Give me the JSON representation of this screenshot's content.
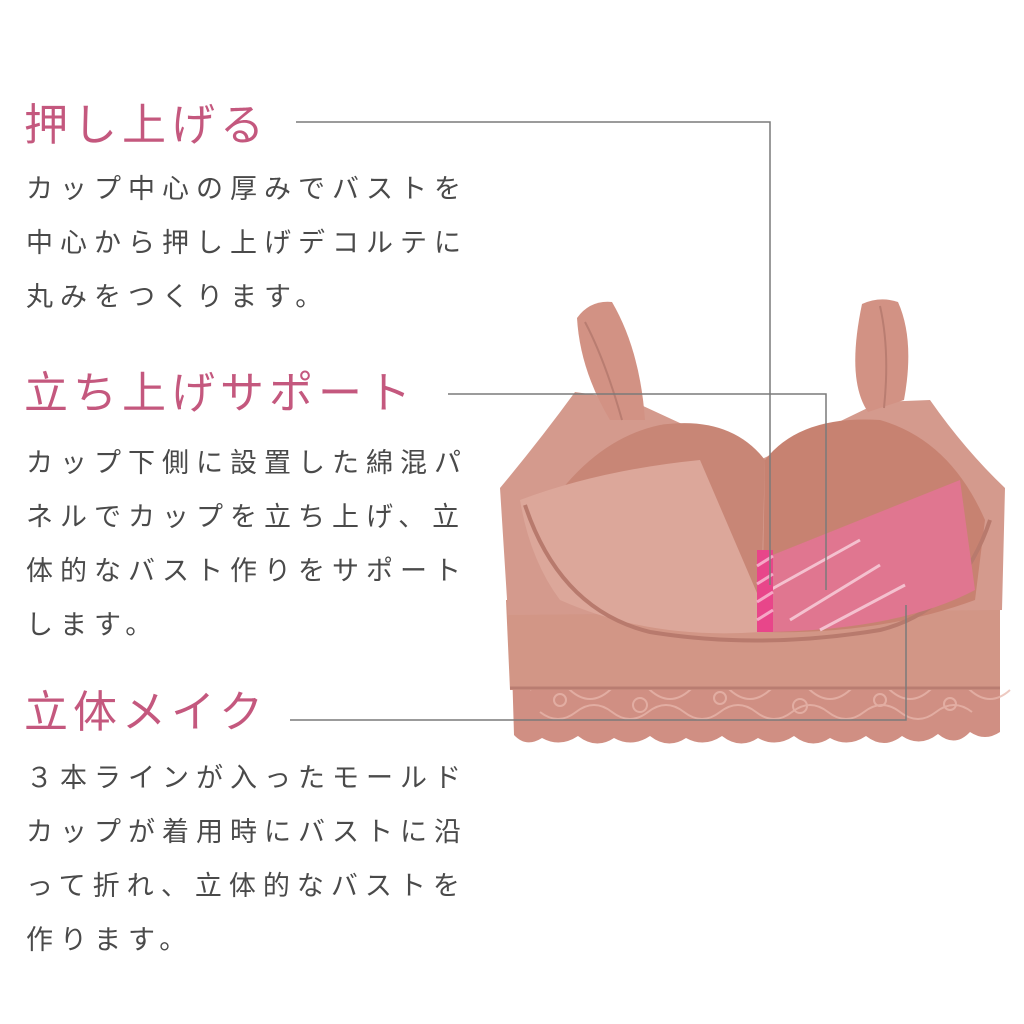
{
  "colors": {
    "heading": "#c4587e",
    "body_text": "#4a4a4a",
    "leader_line": "#7a7a7a",
    "fabric": "#d49a8d",
    "fabric_shadow": "#b97d71",
    "cup_inner": "#c78878",
    "panel_pink": "#e2728f",
    "accent_pink": "#e8468a"
  },
  "features": [
    {
      "title": "押し上げる",
      "description": "カップ中心の厚みでバストを\n中心から押し上げデコルテに\n丸みをつくります。"
    },
    {
      "title": "立ち上げサポート",
      "description": "カップ下側に設置した綿混パ\nネルでカップを立ち上げ、立\n体的なバスト作りをサポート\nします。"
    },
    {
      "title": "立体メイク",
      "description": "３本ラインが入ったモールド\nカップが着用時にバストに沿\nって折れ、立体的なバストを\n作ります。"
    }
  ]
}
